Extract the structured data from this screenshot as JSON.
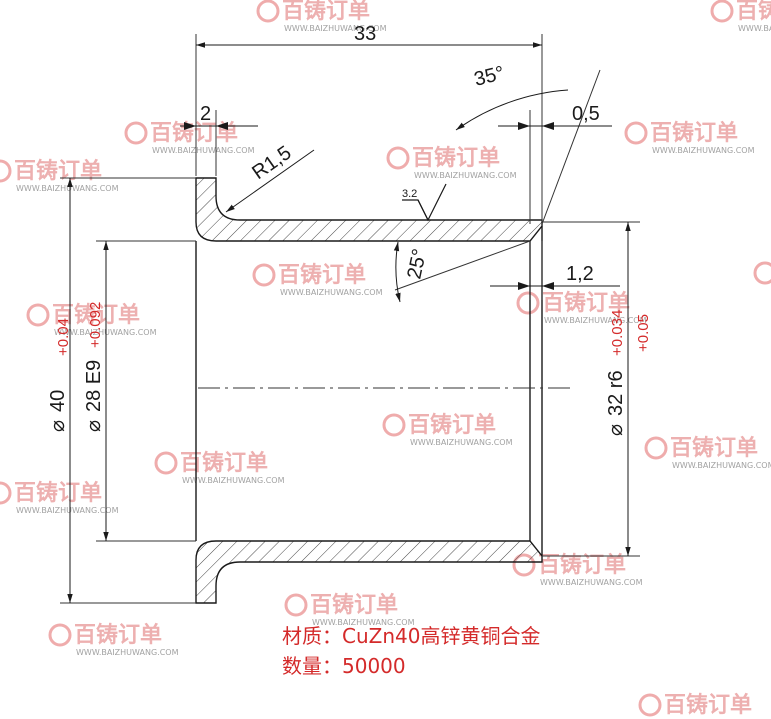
{
  "watermark": {
    "brand": "百铸订单",
    "url": "WWW.BAIZHUWANG.COM",
    "color": "#e05a5a"
  },
  "dimensions": {
    "overall_length": "33",
    "flange_thickness": "2",
    "fillet_radius": "R1,5",
    "chamfer_angle": "35°",
    "chamfer_size": "0,5",
    "roughness": "3.2",
    "inner_chamfer_angle": "25°",
    "inner_chamfer_size": "1,2",
    "flange_diameter": {
      "symbol": "⌀",
      "value": "40",
      "upper_tol": "+0.04"
    },
    "inner_diameter": {
      "symbol": "⌀",
      "value": "28 E9",
      "upper_tol": "+0.092"
    },
    "outer_diameter": {
      "symbol": "⌀",
      "value": "32 r6",
      "tol_1": "+0.034",
      "tol_2": "+0.05"
    }
  },
  "notes": {
    "material": "材质：CuZn40高锌黄铜合金",
    "quantity": "数量：50000"
  }
}
